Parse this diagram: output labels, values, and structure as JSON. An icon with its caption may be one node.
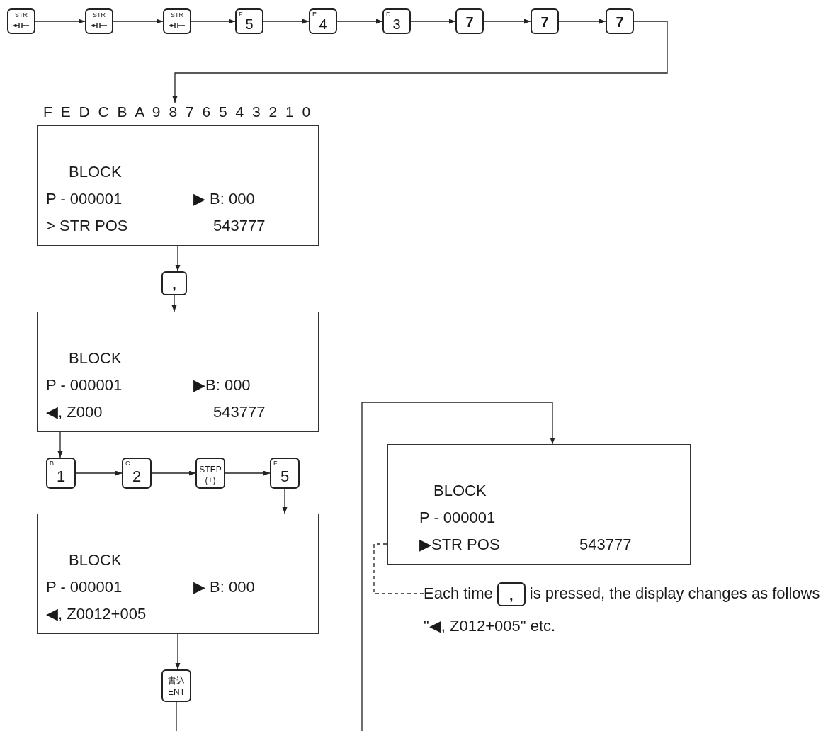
{
  "diagram": {
    "nodes": [
      {
        "text": [
          "STR"
        ]
      },
      {
        "text": [
          "STR"
        ]
      },
      {
        "text": [
          "STR"
        ]
      },
      {
        "text": [
          "F",
          "5"
        ]
      },
      {
        "text": [
          "E",
          "4"
        ]
      },
      {
        "text": [
          "D",
          "3"
        ]
      },
      {
        "text": [
          "7"
        ]
      },
      {
        "text": [
          "7"
        ]
      },
      {
        "text": [
          "7"
        ]
      },
      {
        "text": [
          "BLOCK",
          "P - 000001",
          "▶ B: 000",
          "> STR POS",
          "543777"
        ],
        "beside": [
          "F E D C B A 9 8 7 6 5 4 3 2 1 0"
        ]
      },
      {
        "text": [
          ","
        ]
      },
      {
        "text": [
          "BLOCK",
          "P - 000001",
          "▶B: 000",
          "◀, Z000",
          "543777"
        ]
      },
      {
        "text": [
          "B",
          "1"
        ]
      },
      {
        "text": [
          "C",
          "2"
        ]
      },
      {
        "text": [
          "STEP",
          "(+)"
        ]
      },
      {
        "text": [
          "F",
          "5"
        ]
      },
      {
        "text": [
          "BLOCK",
          "P - 000001",
          "▶ B: 000",
          "◀, Z0012+005"
        ]
      },
      {
        "text": [
          "書込",
          "ENT"
        ]
      },
      {
        "text": [
          "BLOCK",
          "P - 000001",
          "▶STR POS",
          "543777"
        ]
      },
      {
        "text": [
          "Each time",
          "is pressed, the display changes as follows \"◀, Z012+005\" etc."
        ]
      },
      {
        "text": [
          ","
        ],
        "in": 19
      }
    ],
    "edges": [
      {
        "from": 0,
        "to": 1,
        "arrow": "to"
      },
      {
        "from": 1,
        "to": 2,
        "arrow": "to"
      },
      {
        "from": 2,
        "to": 3,
        "arrow": "to"
      },
      {
        "from": 3,
        "to": 4,
        "arrow": "to"
      },
      {
        "from": 4,
        "to": 5,
        "arrow": "to"
      },
      {
        "from": 5,
        "to": 6,
        "arrow": "to"
      },
      {
        "from": 6,
        "to": 7,
        "arrow": "to"
      },
      {
        "from": 7,
        "to": 8,
        "arrow": "to"
      },
      {
        "from": 8,
        "to": 9,
        "arrow": "to"
      },
      {
        "from": 9,
        "to": 10,
        "arrow": "to"
      },
      {
        "from": 10,
        "to": 11,
        "arrow": "to"
      },
      {
        "from": 11,
        "to": 12,
        "arrow": "to"
      },
      {
        "from": 12,
        "to": 13,
        "arrow": "to"
      },
      {
        "from": 13,
        "to": 14,
        "arrow": "to"
      },
      {
        "from": 14,
        "to": 15,
        "arrow": "to"
      },
      {
        "from": 15,
        "to": 16,
        "arrow": "to"
      },
      {
        "from": 16,
        "to": 17,
        "arrow": "to"
      },
      {
        "from": 17,
        "to": null,
        "arrow": "none"
      },
      {
        "from": null,
        "to": 18,
        "arrow": "to"
      },
      {
        "from": 19,
        "to": 18,
        "arrow": "none",
        "style": "dashed"
      }
    ]
  }
}
